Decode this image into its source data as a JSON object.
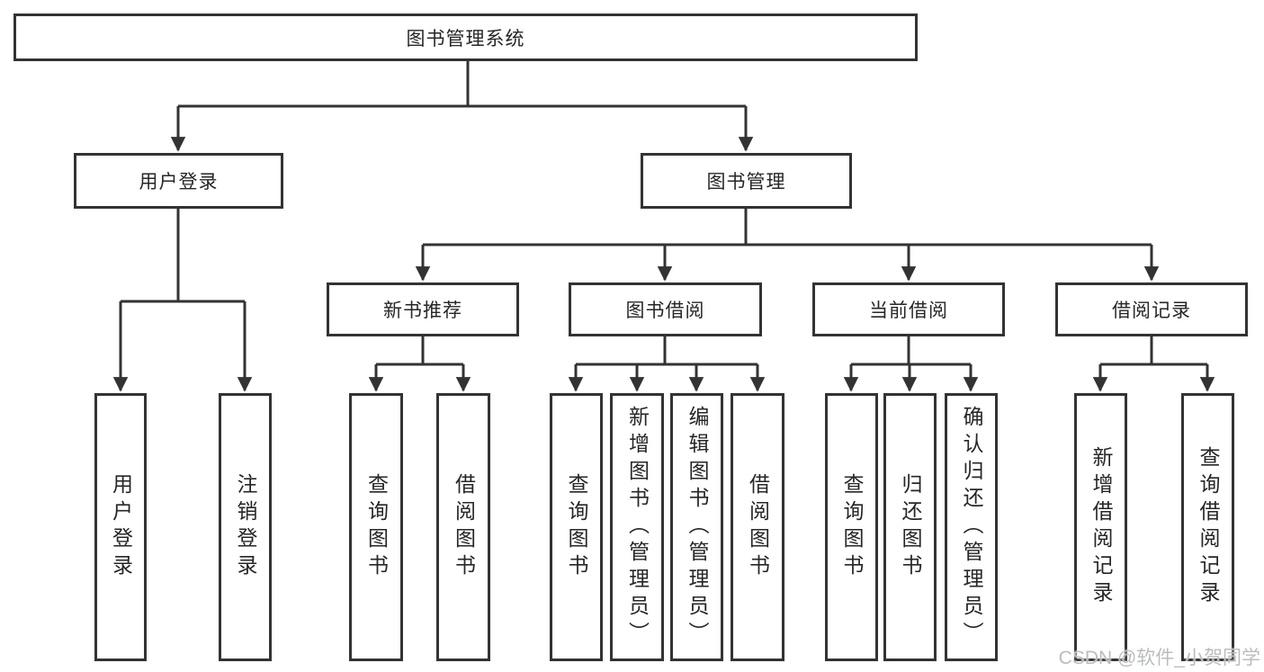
{
  "colors": {
    "line": "#333333",
    "box_border": "#333333",
    "text": "#262626",
    "background": "#ffffff",
    "watermark_text_color": "#b9bdc1"
  },
  "watermark": "CSDN @软件_小贺同学",
  "tree": {
    "label": "图书管理系统",
    "children": [
      {
        "label": "用户登录",
        "children": [
          {
            "label": "用户登录"
          },
          {
            "label": "注销登录"
          }
        ]
      },
      {
        "label": "图书管理",
        "children": [
          {
            "label": "新书推荐",
            "children": [
              {
                "label": "查询图书"
              },
              {
                "label": "借阅图书"
              }
            ]
          },
          {
            "label": "图书借阅",
            "children": [
              {
                "label": "查询图书"
              },
              {
                "label": "新增图书（管理员）"
              },
              {
                "label": "编辑图书（管理员）"
              },
              {
                "label": "借阅图书"
              }
            ]
          },
          {
            "label": "当前借阅",
            "children": [
              {
                "label": "查询图书"
              },
              {
                "label": "归还图书"
              },
              {
                "label": "确认归还（管理员）"
              }
            ]
          },
          {
            "label": "借阅记录",
            "children": [
              {
                "label": "新增借阅记录"
              },
              {
                "label": "查询借阅记录"
              }
            ]
          }
        ]
      }
    ]
  }
}
